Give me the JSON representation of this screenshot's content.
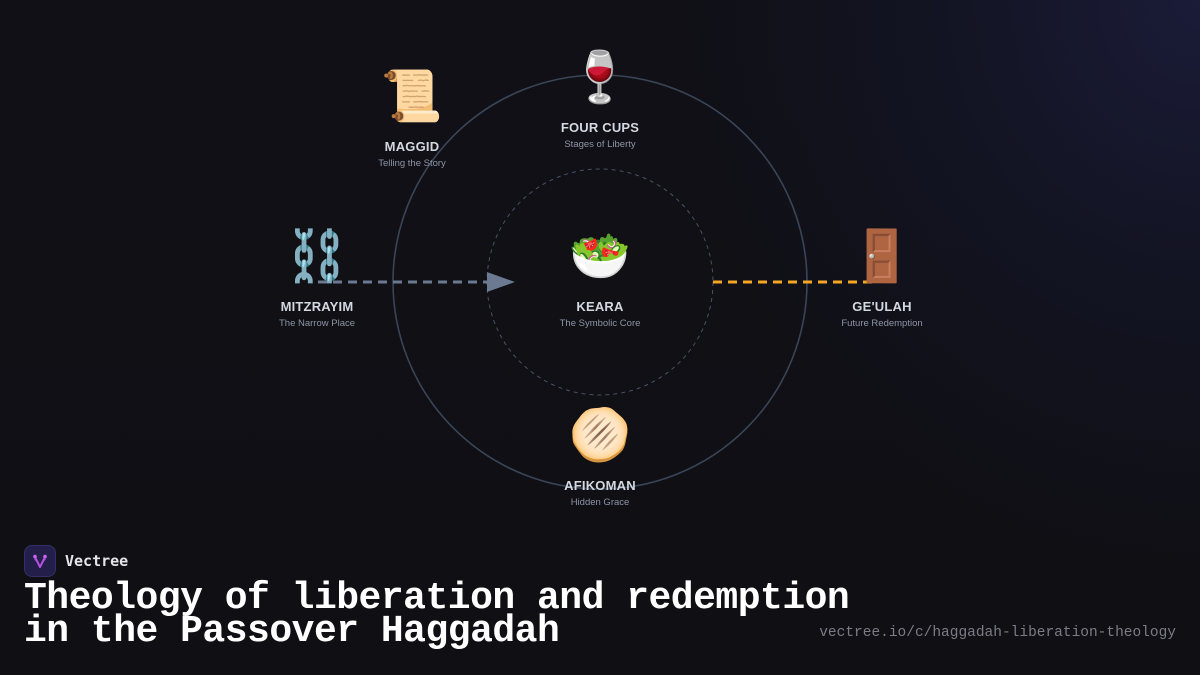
{
  "diagram": {
    "center_node": {
      "id": "keara",
      "title": "KEARA",
      "subtitle": "The Symbolic Core",
      "icon": "salad-bowl-icon",
      "glyph": "🥗"
    },
    "nodes": [
      {
        "id": "maggid",
        "title": "MAGGID",
        "subtitle": "Telling the Story",
        "icon": "scroll-icon",
        "glyph": "📜"
      },
      {
        "id": "four-cups",
        "title": "FOUR CUPS",
        "subtitle": "Stages of Liberty",
        "icon": "wine-glass-icon",
        "glyph": "🍷"
      },
      {
        "id": "mitzrayim",
        "title": "MITZRAYIM",
        "subtitle": "The Narrow Place",
        "icon": "chains-icon",
        "glyph": "⛓️"
      },
      {
        "id": "geulah",
        "title": "GE'ULAH",
        "subtitle": "Future Redemption",
        "icon": "door-icon",
        "glyph": "🚪"
      },
      {
        "id": "afikoman",
        "title": "AFIKOMAN",
        "subtitle": "Hidden Grace",
        "icon": "flatbread-icon",
        "glyph": "🫓"
      }
    ],
    "edges": [
      {
        "from": "mitzrayim",
        "to": "keara",
        "style": "dashed",
        "arrow": true,
        "color": "#6b7a90"
      },
      {
        "from": "keara",
        "to": "geulah",
        "style": "dashed",
        "arrow": false,
        "color": "#f5a623"
      }
    ],
    "rings": [
      {
        "name": "outer-ring",
        "style": "solid",
        "color": "#3a4558"
      },
      {
        "name": "inner-ring",
        "style": "dashed",
        "color": "#4a5264"
      }
    ]
  },
  "footer": {
    "brand_name": "Vectree",
    "title_line1": "Theology of liberation and redemption",
    "title_line2": "in the Passover Haggadah",
    "url": "vectree.io/c/haggadah-liberation-theology"
  },
  "colors": {
    "background": "#0f0f14",
    "accent_orange": "#f5a623",
    "accent_gray": "#6b7a90",
    "logo_purple": "#b44fe0"
  }
}
